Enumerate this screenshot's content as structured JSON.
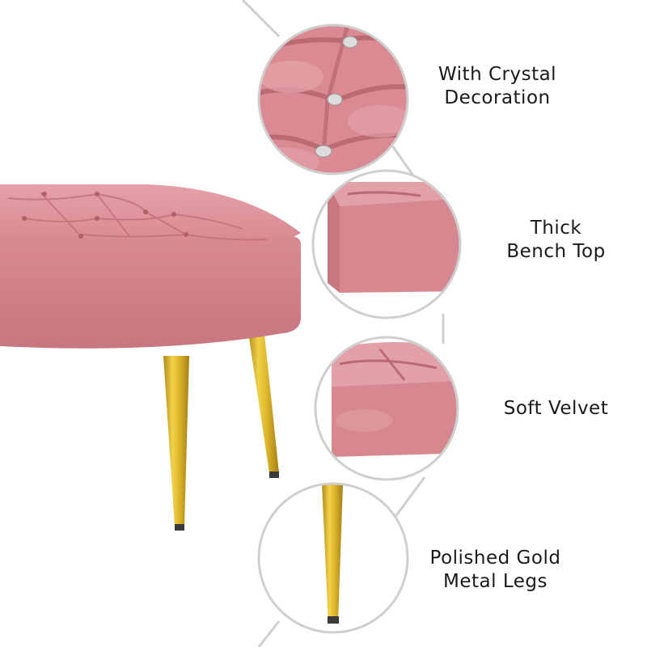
{
  "features": [
    {
      "line1": "With Crystal",
      "line2": "Decoration",
      "icon": "crystal-tufting-closeup"
    },
    {
      "line1": "Thick",
      "line2": "Bench Top",
      "icon": "bench-top-closeup"
    },
    {
      "line1": "Soft Velvet",
      "line2": "",
      "icon": "velvet-closeup"
    },
    {
      "line1": "Polished Gold",
      "line2": "Metal Legs",
      "icon": "gold-leg-closeup"
    }
  ],
  "colors": {
    "velvet": "#d98a92",
    "velvet_dark": "#b96871",
    "velvet_light": "#e8a8ae",
    "gold": "#d9b227",
    "gold_dark": "#a8841a",
    "connector": "#cfcfcf",
    "crystal": "#dcdcdc"
  }
}
